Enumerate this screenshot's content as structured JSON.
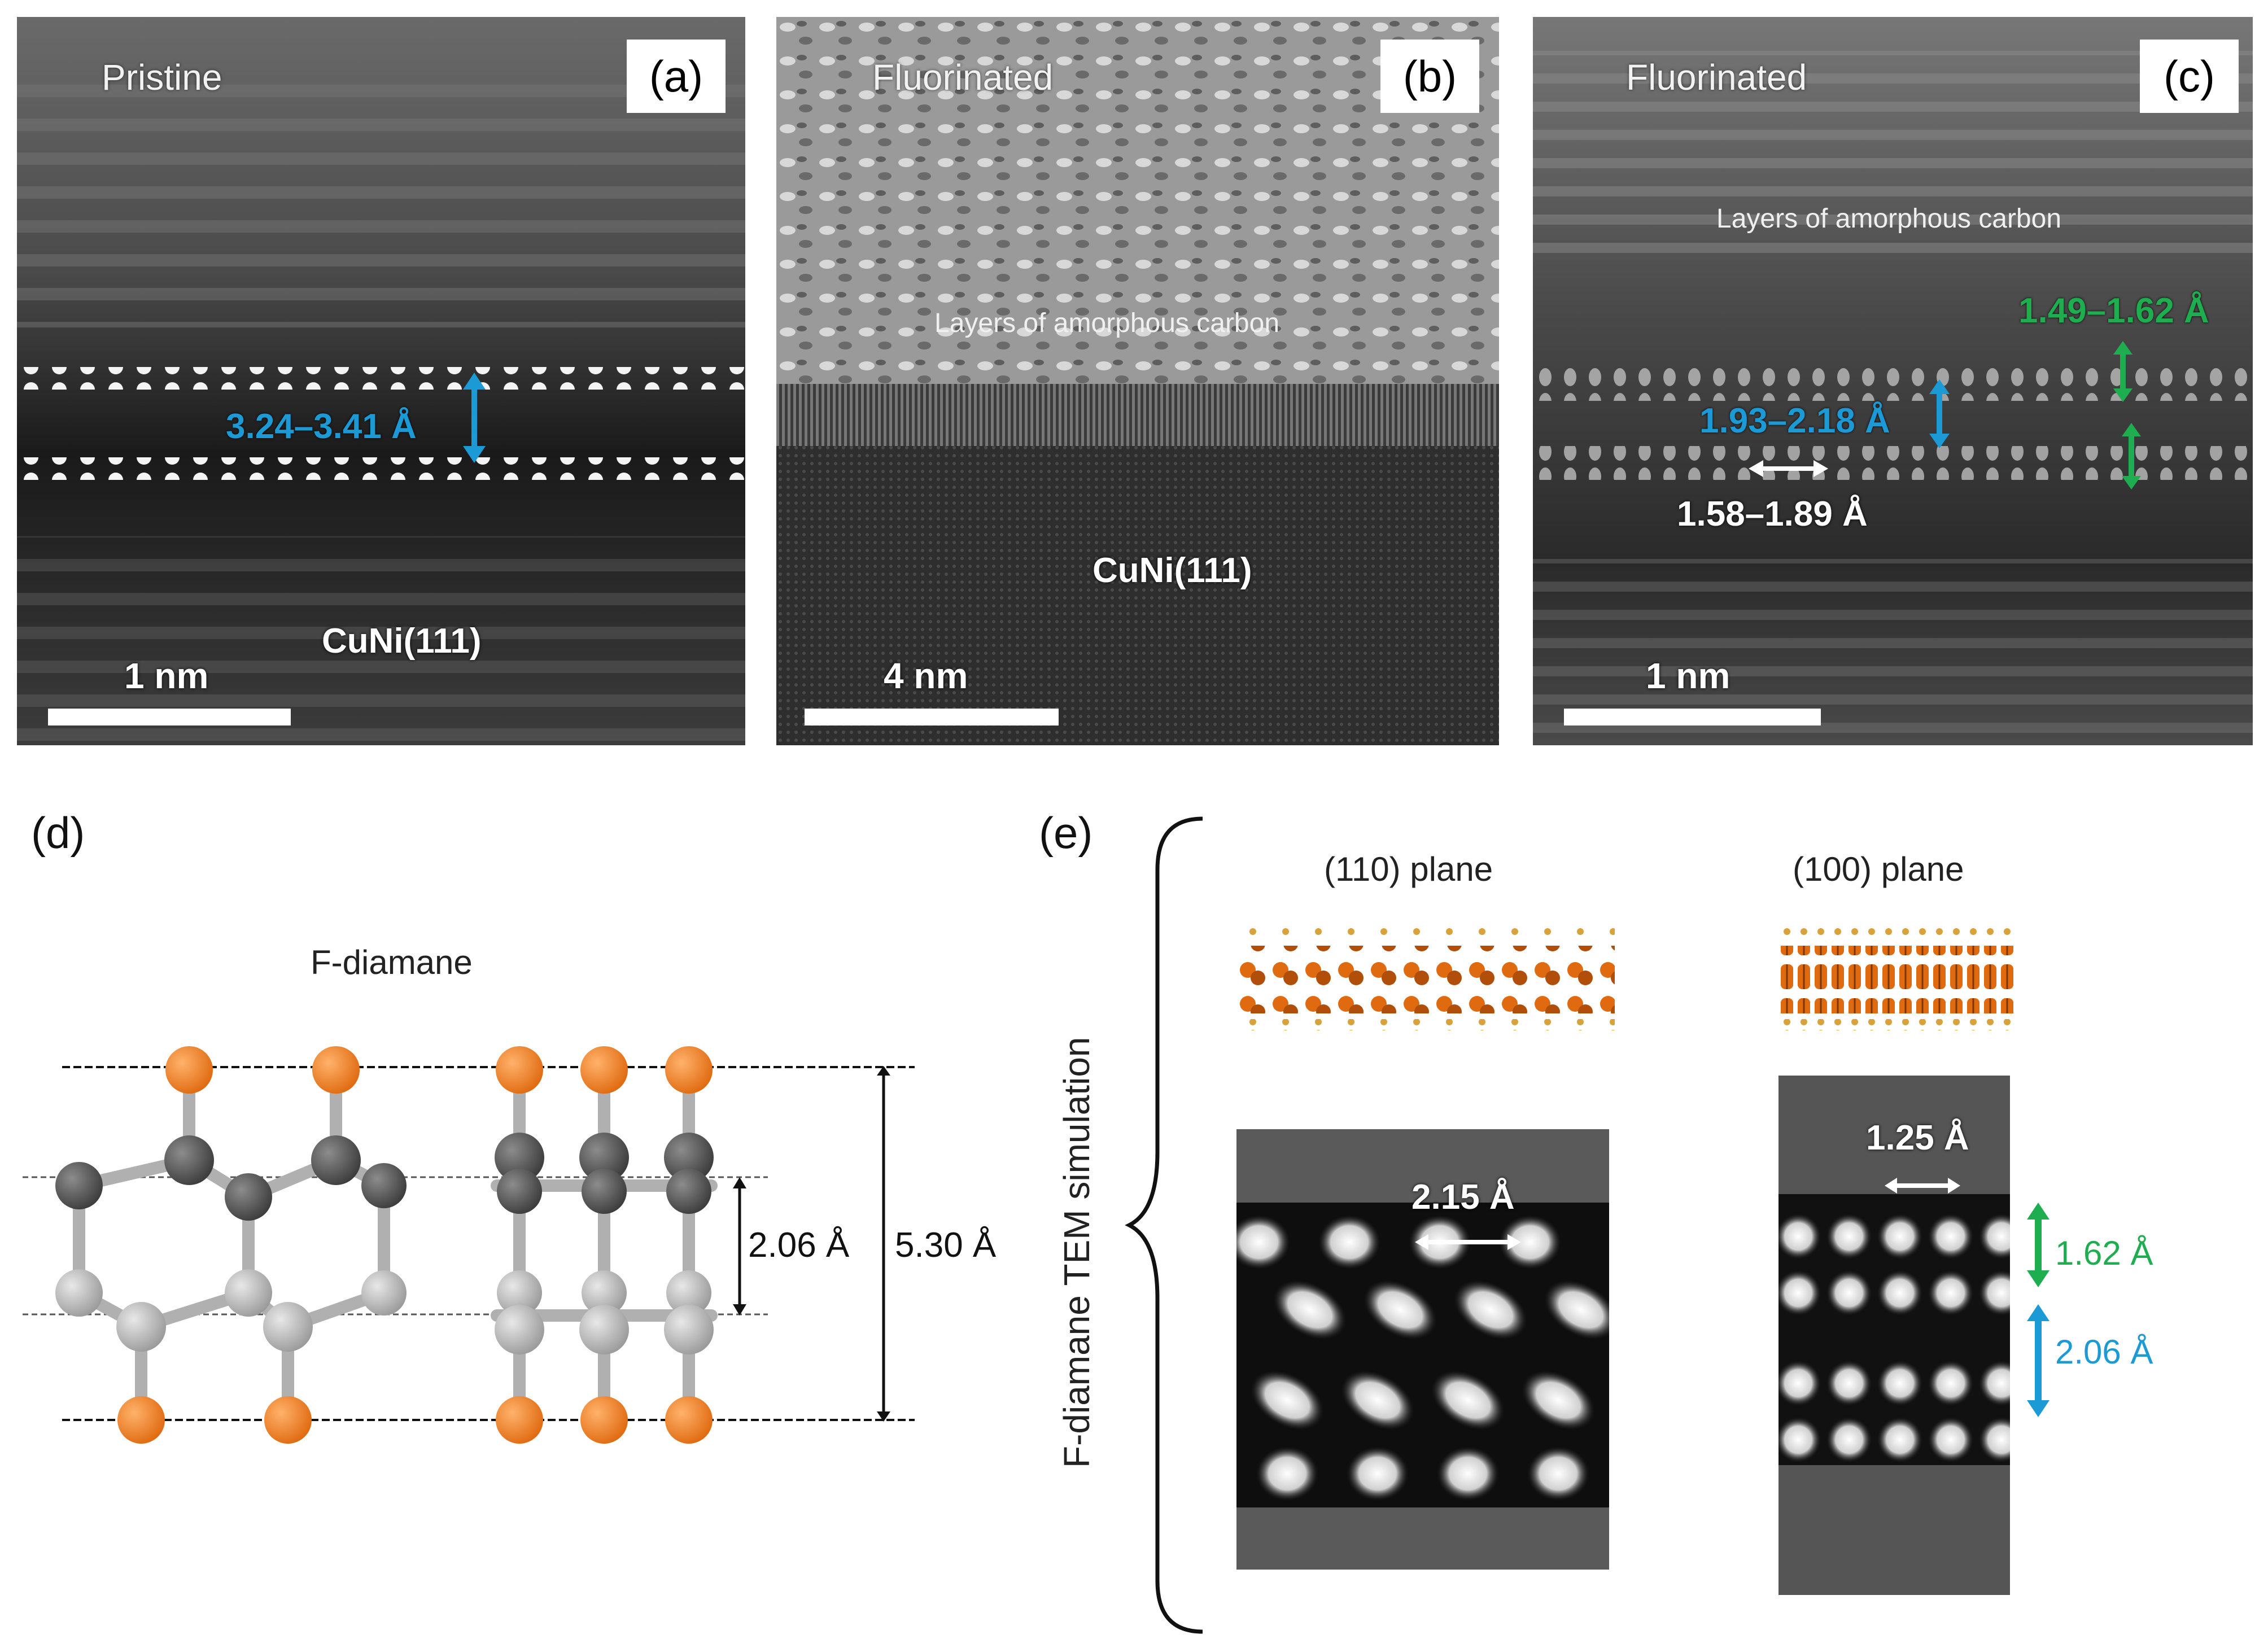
{
  "panels": {
    "a": {
      "label": "(a)",
      "title": "Pristine",
      "spacing": "3.24–3.41 Å",
      "substrate": "CuNi(111)",
      "scale": "1 nm"
    },
    "b": {
      "label": "(b)",
      "title": "Fluorinated",
      "layer_note": "Layers of amorphous carbon",
      "substrate": "CuNi(111)",
      "scale": "4 nm"
    },
    "c": {
      "label": "(c)",
      "title": "Fluorinated",
      "layer_note": "Layers of amorphous carbon",
      "spacing_green": "1.49–1.62 Å",
      "spacing_blue": "1.93–2.18 Å",
      "spacing_white": "1.58–1.89 Å",
      "scale": "1 nm"
    },
    "d": {
      "label": "(d)",
      "title": "F-diamane",
      "dim_inner": "2.06 Å",
      "dim_outer": "5.30 Å"
    },
    "e": {
      "label": "(e)",
      "vertical_title": "F-diamane TEM simulation",
      "plane_110": "(110) plane",
      "plane_100": "(100) plane",
      "spacing_110": "2.15 Å",
      "spacing_100": "1.25 Å",
      "spacing_green": "1.62 Å",
      "spacing_blue": "2.06 Å"
    }
  },
  "colors": {
    "blue_annotation": "#1c9ad6",
    "green_annotation": "#1fae4f",
    "fluorine_atom": "#ea7a1c",
    "carbon_dark": "#555555",
    "carbon_light": "#bdbdbd"
  }
}
